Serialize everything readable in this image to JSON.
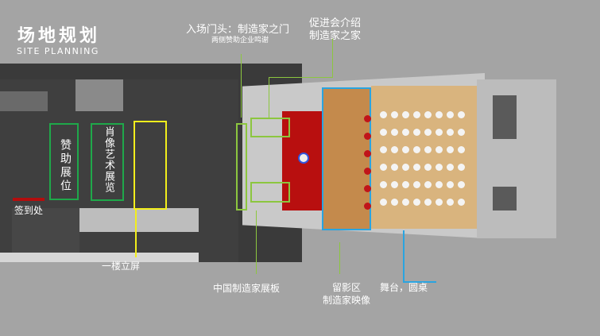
{
  "title": {
    "cn": "场地规划",
    "en": "SITE PLANNING"
  },
  "labels": {
    "entrance": "入场门头：制造家之门",
    "entrance_sub": "两侧赞助企业鸣谢",
    "promo_line1": "促进会介绍",
    "promo_line2": "制造家之家",
    "sponsor_booth": "赞助展位",
    "portrait_exhibit": "肖像艺术展览",
    "checkin": "签到处",
    "first_floor_screen": "一楼立屏",
    "maker_boards": "中国制造家展板",
    "photo_line1": "留影区",
    "photo_line2": "制造家映像",
    "stage_tables": "舞台，圆桌"
  },
  "colors": {
    "green": "#1fa84a",
    "lime": "#8cc63f",
    "yellow": "#f2ee1c",
    "blue": "#2aa4e0",
    "red": "#b40d0d"
  }
}
